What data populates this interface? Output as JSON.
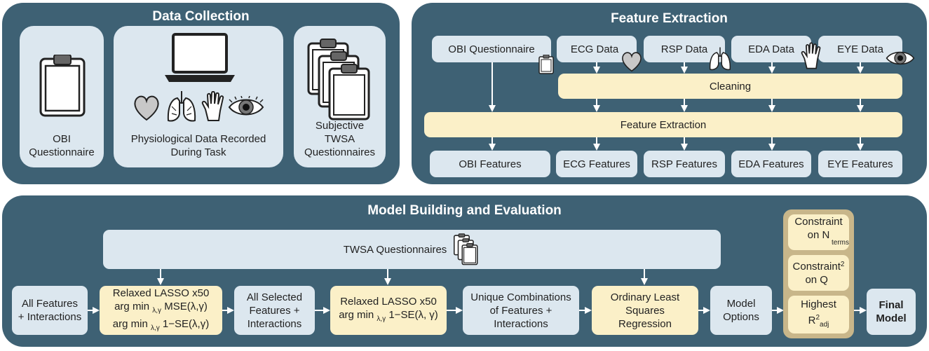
{
  "data_collection": {
    "title": "Data Collection",
    "obi": "OBI\nQuestionnaire",
    "physio": "Physiological Data Recorded\nDuring Task",
    "twsa": "Subjective\nTWSA\nQuestionnaires"
  },
  "feature_extraction": {
    "title": "Feature Extraction",
    "inputs": [
      "OBI Questionnaire",
      "ECG Data",
      "RSP Data",
      "EDA Data",
      "EYE Data"
    ],
    "cleaning": "Cleaning",
    "extraction": "Feature Extraction",
    "outputs": [
      "OBI Features",
      "ECG Features",
      "RSP Features",
      "EDA Features",
      "EYE Features"
    ]
  },
  "model": {
    "title": "Model Building and Evaluation",
    "twsa": "TWSA Questionnaires",
    "all_features": "All Features\n+ Interactions",
    "lasso1_title": "Relaxed LASSO x50",
    "lasso1_line2_a": "arg min ",
    "lasso1_line2_sub": "λ,γ",
    "lasso1_line2_b": " MSE(λ,γ)",
    "lasso1_line3_a": "arg min ",
    "lasso1_line3_sub": "λ,γ",
    "lasso1_line3_b": " 1−SE(λ,γ)",
    "selected": "All Selected\nFeatures +\nInteractions",
    "lasso2_title": "Relaxed LASSO x50",
    "lasso2_line2_a": "arg min ",
    "lasso2_line2_sub": "λ,γ",
    "lasso2_line2_b": " 1−SE(λ, γ)",
    "unique": "Unique Combinations\nof Features +\nInteractions",
    "ols": "Ordinary Least\nSquares\nRegression",
    "options": "Model\nOptions",
    "c1_a": "Constraint\non N",
    "c1_sub": "terms",
    "c2_a": "Constraint\non Q",
    "c2_sup": "2",
    "c3_a": "Highest",
    "c3_b": "R",
    "c3_sup": "2",
    "c3_sub": "adj",
    "final": "Final\nModel"
  },
  "colors": {
    "panel": "#3e6174",
    "box": "#dce7ef",
    "highlight": "#fbf0c8",
    "constraint_frame": "#c8b68a"
  }
}
